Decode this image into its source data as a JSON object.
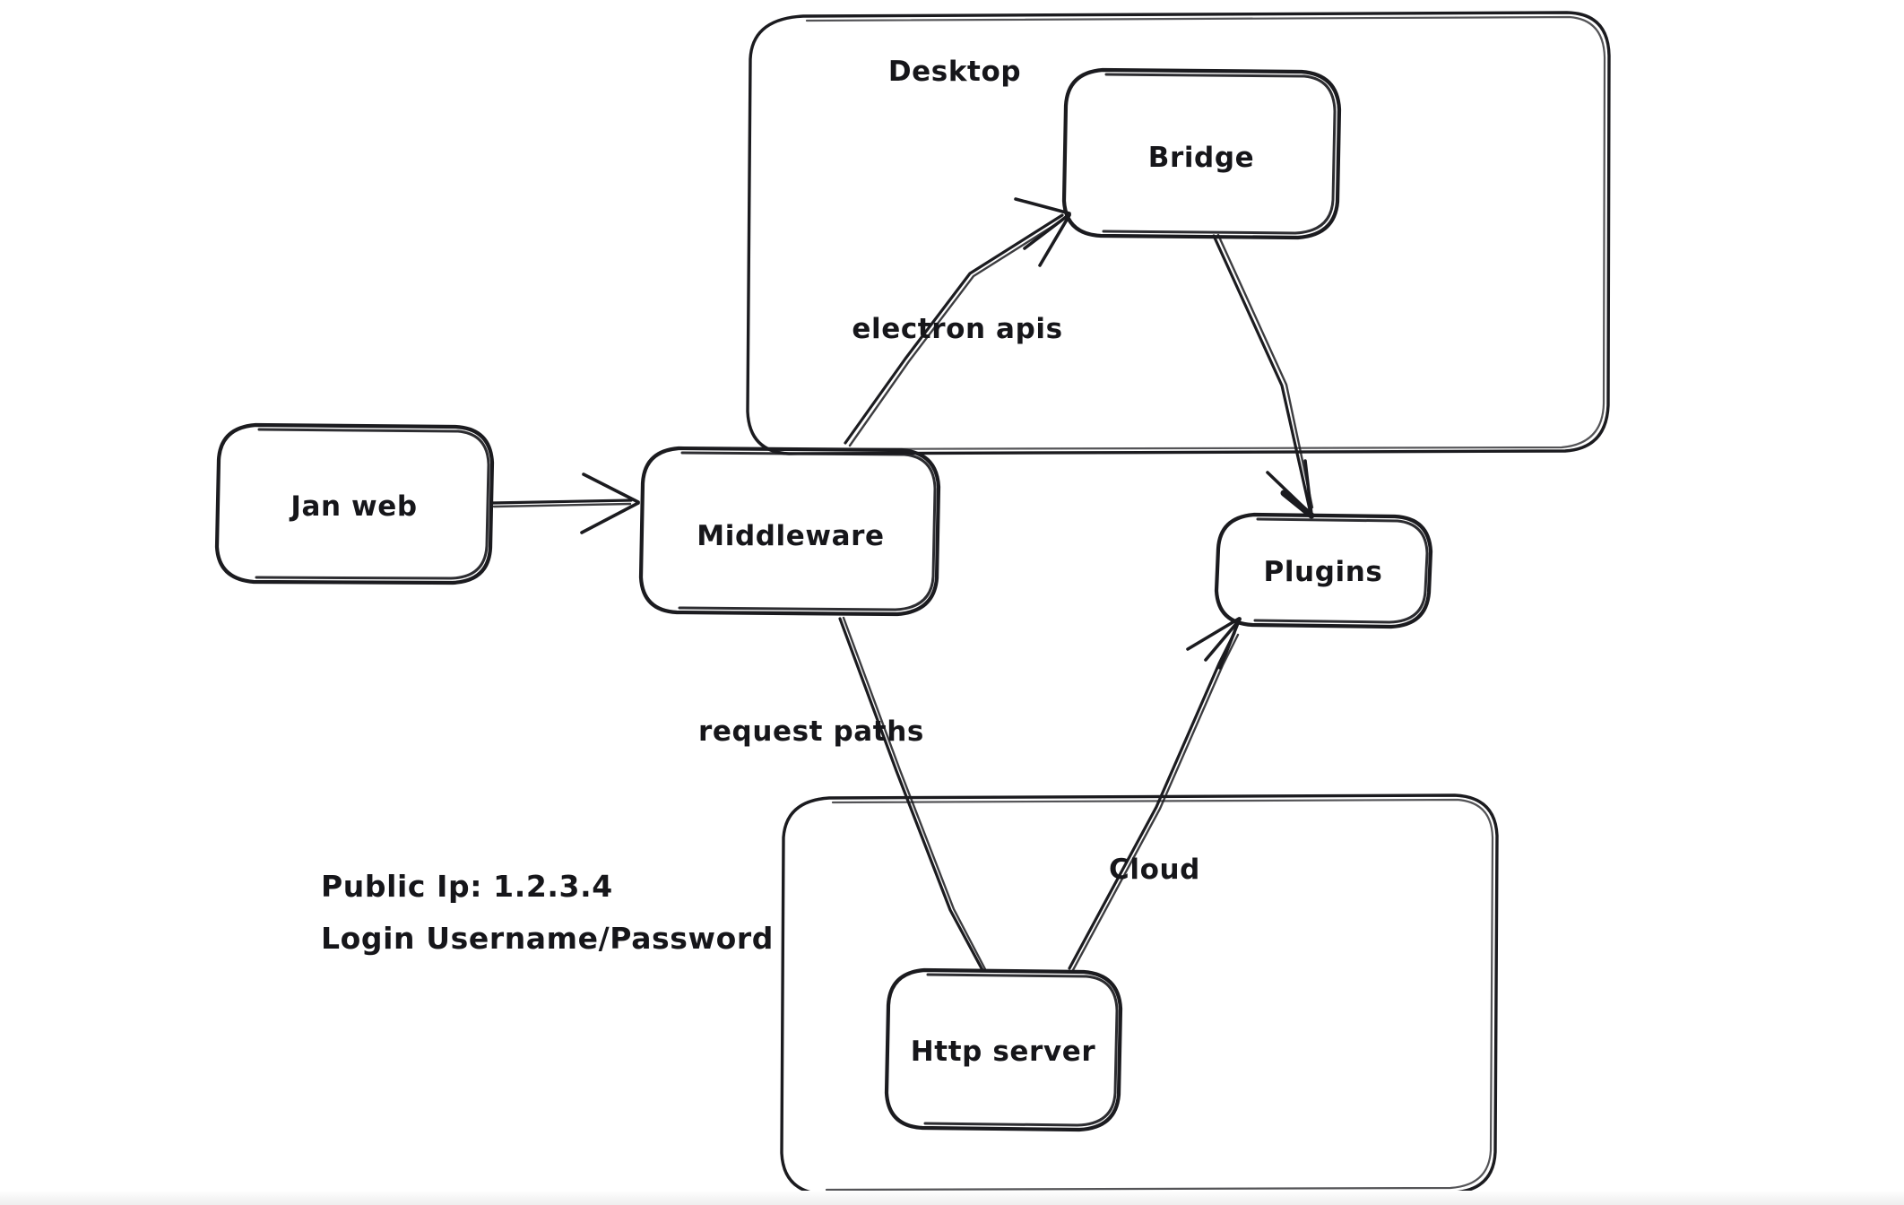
{
  "diagram": {
    "title": "Jan application architecture sketch",
    "style": "hand-drawn",
    "background_color": "#ffffff",
    "stroke_color": "#1b1b1f",
    "text_color": "#16161a",
    "groups": [
      {
        "id": "desktop",
        "label": "Desktop"
      },
      {
        "id": "cloud_group",
        "label": ""
      }
    ],
    "nodes": [
      {
        "id": "jan_web",
        "label": "Jan web"
      },
      {
        "id": "middleware",
        "label": "Middleware"
      },
      {
        "id": "bridge",
        "label": "Bridge"
      },
      {
        "id": "plugins",
        "label": "Plugins"
      },
      {
        "id": "http_server",
        "label": "Http server"
      }
    ],
    "edges": [
      {
        "id": "e_janweb_middleware",
        "from": "jan_web",
        "to": "middleware",
        "label": ""
      },
      {
        "id": "e_middleware_bridge",
        "from": "middleware",
        "to": "bridge",
        "label": "electron apis"
      },
      {
        "id": "e_bridge_plugins",
        "from": "bridge",
        "to": "plugins",
        "label": ""
      },
      {
        "id": "e_middleware_http",
        "from": "middleware",
        "to": "http_server",
        "label": "request paths"
      },
      {
        "id": "e_http_plugins",
        "from": "http_server",
        "to": "plugins",
        "label": "Cloud"
      }
    ],
    "notes": {
      "public_ip_line": "Public Ip: 1.2.3.4",
      "login_line": "Login Username/Password"
    }
  }
}
